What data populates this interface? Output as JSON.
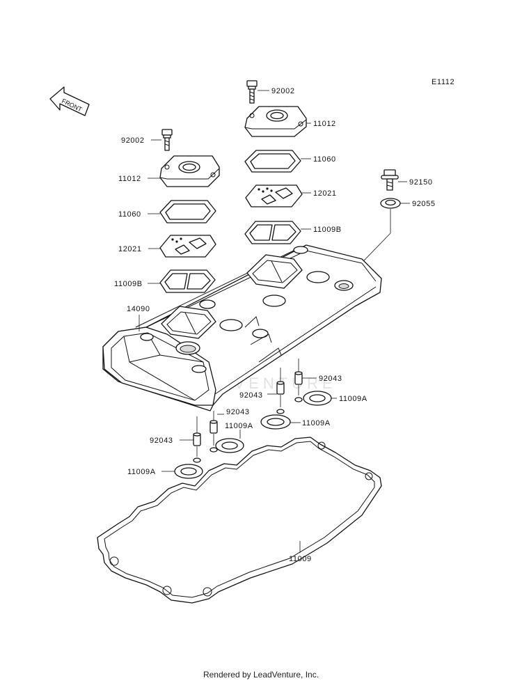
{
  "diagram_code": "E1112",
  "front_label": "FRONT",
  "watermark": "LEADVENTURE",
  "footer": "Rendered by LeadVenture, Inc.",
  "labels": {
    "p92002_right": "92002",
    "p11012_right": "11012",
    "p11060_right": "11060",
    "p12021_right": "12021",
    "p11009B_right": "11009B",
    "p92150": "92150",
    "p92055": "92055",
    "p92002_left": "92002",
    "p11012_left": "11012",
    "p11060_left": "11060",
    "p12021_left": "12021",
    "p11009B_left": "11009B",
    "p14090": "14090",
    "p92043_a": "92043",
    "p92043_b": "92043",
    "p92043_c": "92043",
    "p92043_d": "92043",
    "p11009A_a": "11009A",
    "p11009A_b": "11009A",
    "p11009A_c": "11009A",
    "p11009A_d": "11009A",
    "p11009": "11009"
  }
}
